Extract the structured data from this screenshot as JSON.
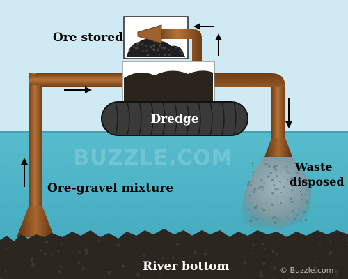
{
  "labels": {
    "ore_stored": "Ore stored",
    "dredge": "Dredge",
    "waste": "Waste",
    "disposed": "disposed",
    "ore_gravel_mixture": "Ore-gravel mixture",
    "river_bottom": "River bottom"
  },
  "watermark": "BUZZLE.COM",
  "credit": "© Buzzle.com",
  "colors": {
    "sky": "#cfeaf3",
    "water": "#4fb6c9",
    "pipe": "#a0622d",
    "pipe_edge": "#6e3e17",
    "dredge_tracks": "#3a3a3a",
    "riverbed": "#2b2620"
  }
}
